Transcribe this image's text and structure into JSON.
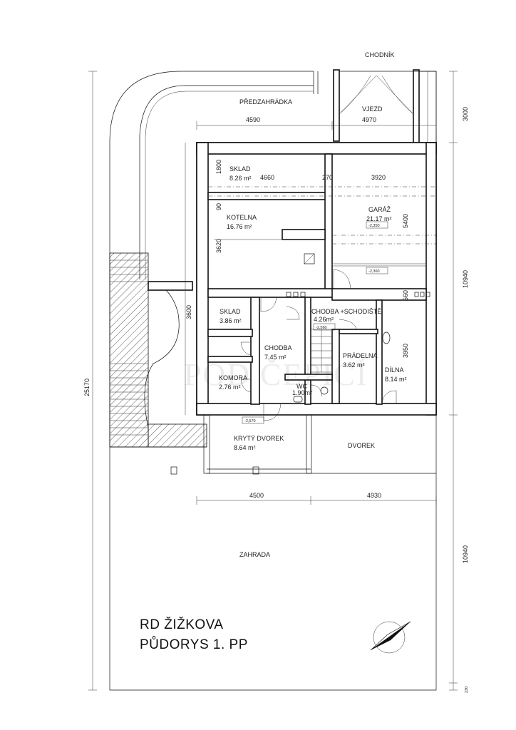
{
  "title": {
    "line1": "RD ŽIŽKOVA",
    "line2": "PŮDORYS 1. PP"
  },
  "watermark": "POD ČEPICÍ",
  "areas": {
    "chodnik": "CHODNÍK",
    "predzahradka": "PŘEDZAHRÁDKA",
    "vjezd": "VJEZD",
    "dvorek": "DVOREK",
    "zahrada": "ZAHRADA"
  },
  "rooms": [
    {
      "id": "sklad1",
      "name": "SKLAD",
      "area": "8.26 m²"
    },
    {
      "id": "kotelna",
      "name": "KOTELNA",
      "area": "16.76 m²"
    },
    {
      "id": "garaz",
      "name": "GARÁŽ",
      "area": "21.17 m²"
    },
    {
      "id": "sklad2",
      "name": "SKLAD",
      "area": "3.86 m²"
    },
    {
      "id": "chodba",
      "name": "CHODBA",
      "area": "7.45 m²"
    },
    {
      "id": "chodba-schodiste",
      "name": "CHODBA +SCHODIŠTĚ",
      "area": "4.26m²"
    },
    {
      "id": "pradelna",
      "name": "PRÁDELNA",
      "area": "3.62 m²"
    },
    {
      "id": "dilna",
      "name": "DÍLNA",
      "area": "8.14 m²"
    },
    {
      "id": "komora",
      "name": "KOMORA",
      "area": "2.76 m²"
    },
    {
      "id": "wc",
      "name": "WC",
      "area": "1.90m²"
    },
    {
      "id": "kryty-dvorek",
      "name": "KRYTÝ DVOREK",
      "area": "8.64 m²"
    }
  ],
  "levels": {
    "garaz_a": "-2,350",
    "garaz_b": "-2,360",
    "schodiste": "-2,560",
    "dvorek": "-2,570"
  },
  "dimensions": {
    "top_left": "4590",
    "top_right": "4970",
    "top_vertical": "3000",
    "right_middle": "10940",
    "right_lower": "10940",
    "total_left": "25170",
    "bottom_right_small": "230",
    "bottom_left_width": "4500",
    "bottom_right_width": "4930",
    "sklad_h": "1800",
    "sklad_w": "4660",
    "partition_w": "270",
    "garaz_w": "3920",
    "garaz_h": "5400",
    "kotelna_a": "90",
    "kotelna_h": "3620",
    "left_h": "3600",
    "gap_h": "560",
    "dilna_h": "3950"
  },
  "colors": {
    "line": "#111111",
    "hatch": "#333333",
    "paper": "#ffffff"
  }
}
